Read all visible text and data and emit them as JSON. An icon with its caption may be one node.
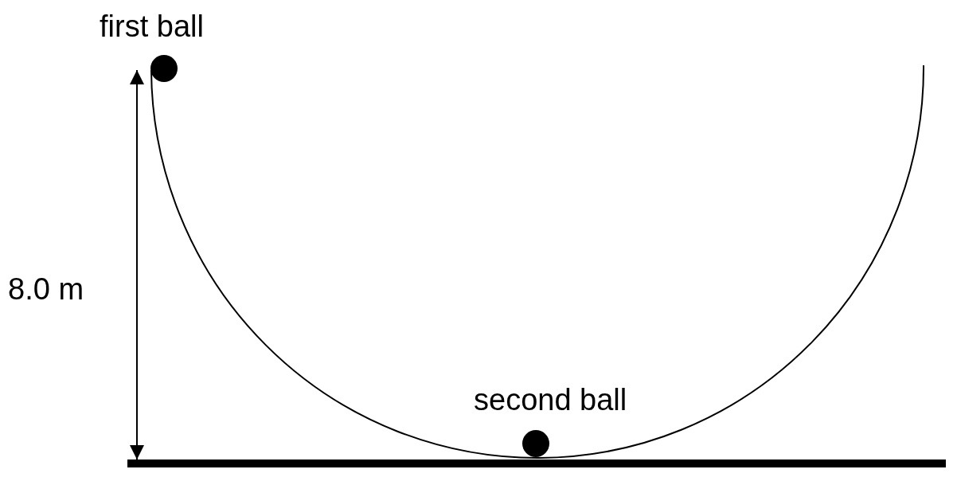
{
  "diagram": {
    "nodes": [
      {
        "text": [
          "first ball"
        ]
      },
      {
        "text": [
          "second ball"
        ]
      }
    ],
    "labels": [
      "8.0 m"
    ]
  }
}
